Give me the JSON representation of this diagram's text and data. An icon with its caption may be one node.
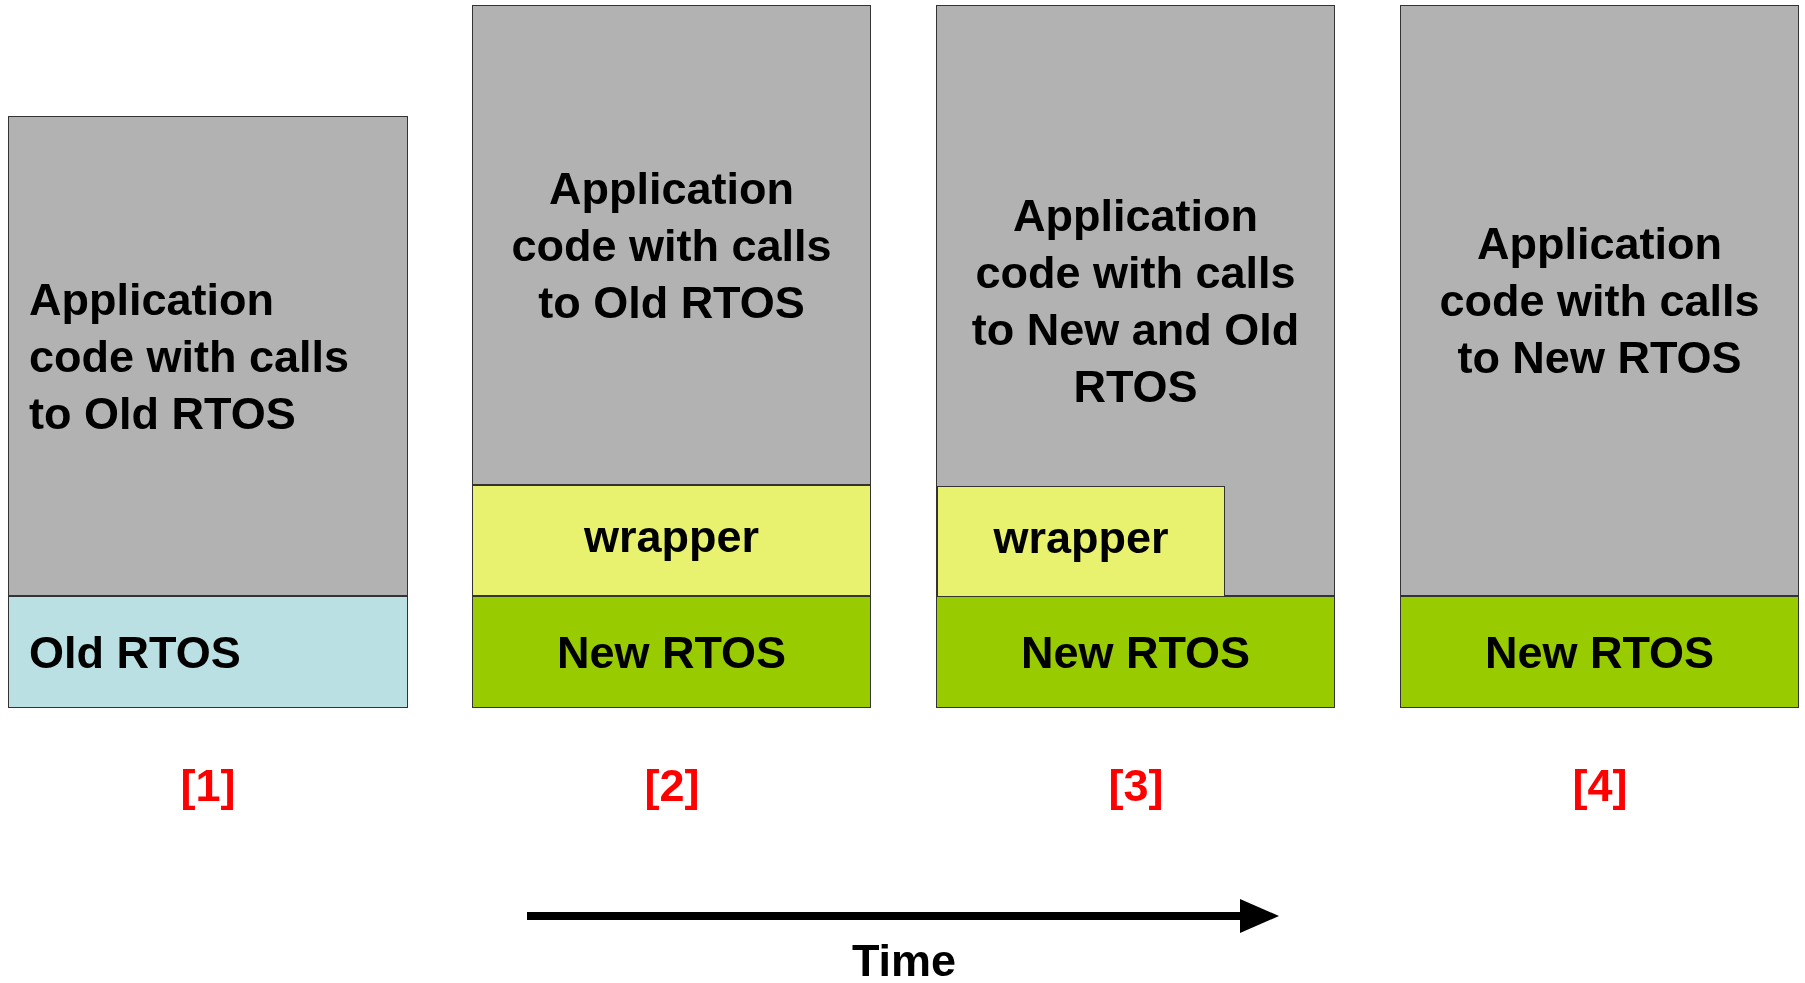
{
  "diagram": {
    "nodes": [
      {
        "text": [
          "Application code with calls to Old RTOS"
        ]
      },
      {
        "text": [
          "Old RTOS"
        ]
      },
      {
        "text": [
          "Application code with calls to Old RTOS"
        ]
      },
      {
        "text": [
          "wrapper"
        ]
      },
      {
        "text": [
          "New RTOS"
        ]
      },
      {
        "text": [
          "Application code with calls to New and Old RTOS"
        ]
      },
      {
        "text": [
          "wrapper"
        ],
        "in": 5
      },
      {
        "text": [
          "New RTOS"
        ]
      },
      {
        "text": [
          "Application code with calls to New RTOS"
        ]
      },
      {
        "text": [
          "New RTOS"
        ]
      }
    ],
    "labels": [
      "[1]",
      "[2]",
      "[3]",
      "[4]",
      "Time"
    ]
  }
}
